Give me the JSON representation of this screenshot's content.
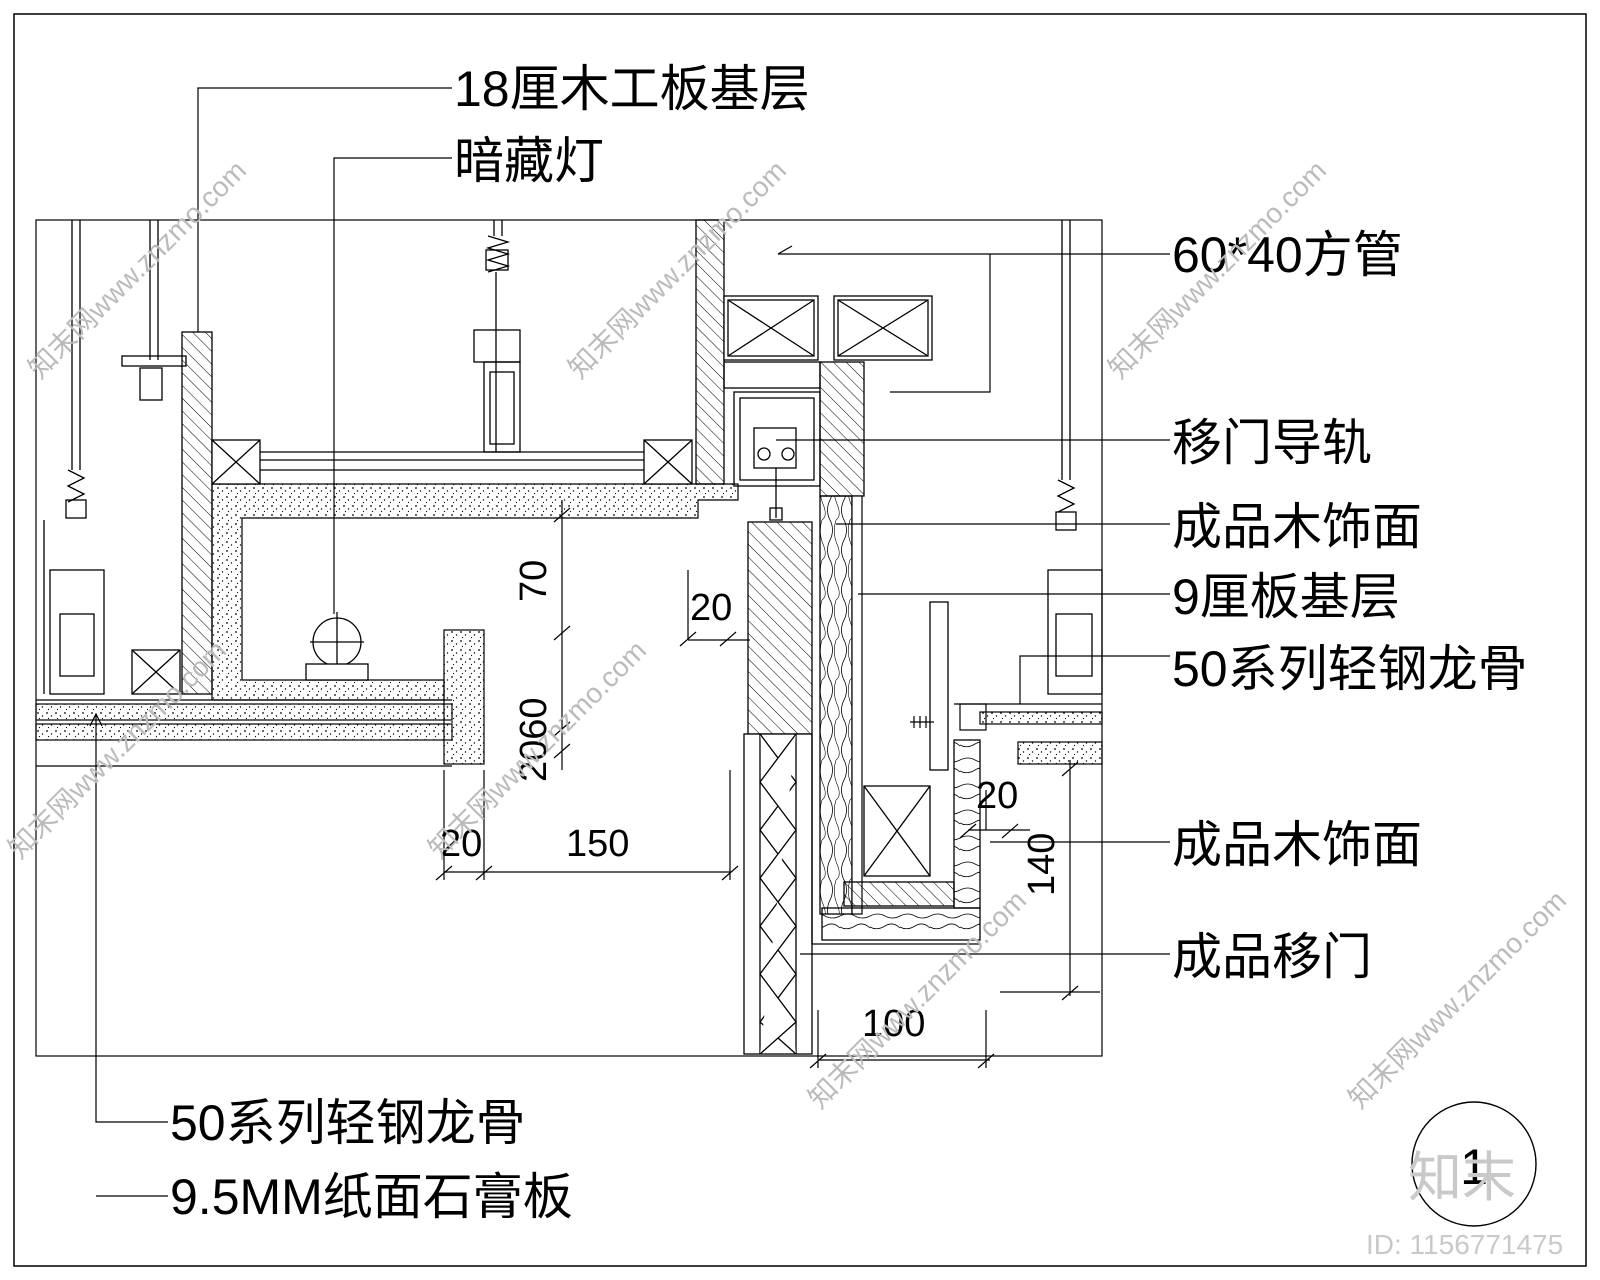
{
  "labels": {
    "base_18": "18厘木工板基层",
    "hidden_light": "暗藏灯",
    "square_tube": "60*40方管",
    "door_rail": "移门导轨",
    "wood_finish_1": "成品木饰面",
    "base_9": "9厘板基层",
    "keel_right": "50系列轻钢龙骨",
    "wood_finish_2": "成品木饰面",
    "sliding_door": "成品移门",
    "keel_bottom": "50系列轻钢龙骨",
    "gypsum": "9.5MM纸面石膏板"
  },
  "dimensions": {
    "d70": "70",
    "d2060": "2060",
    "d20_top": "20",
    "d20_left": "20",
    "d150": "150",
    "d20_right": "20",
    "d140": "140",
    "d100": "100"
  },
  "detail_number": "1",
  "watermark": {
    "brand": "知末",
    "site_text": "知末网www.znzmo.com",
    "id_text": "ID: 1156771475"
  }
}
